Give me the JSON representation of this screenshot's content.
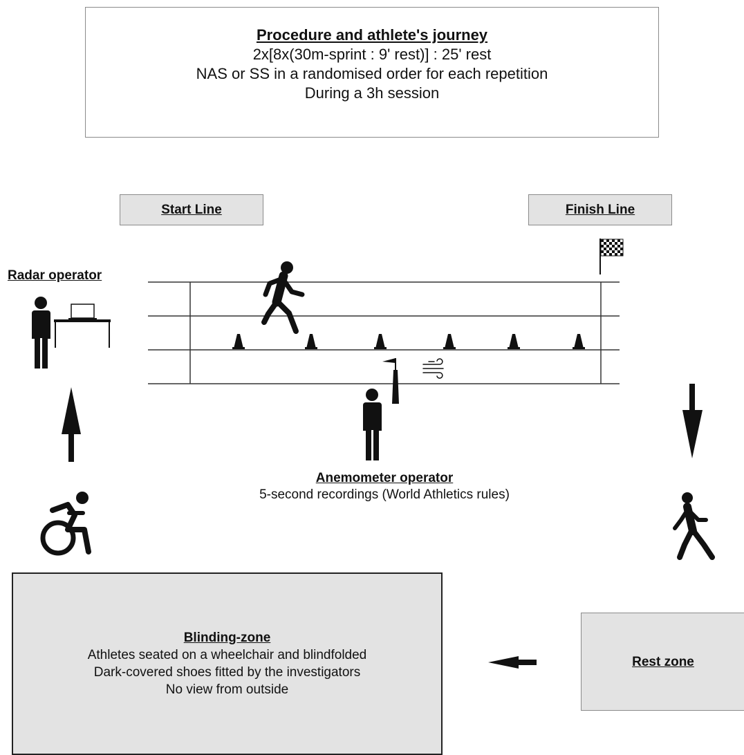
{
  "procedure": {
    "title": "Procedure and athlete's journey",
    "line1": "2x[8x(30m-sprint : 9' rest)] : 25' rest",
    "line2": "NAS or SS in a randomised order for each repetition",
    "line3": "During a 3h session"
  },
  "start_line": "Start Line",
  "finish_line": "Finish Line",
  "radar_operator": "Radar operator",
  "anemometer": {
    "title": "Anemometer operator",
    "description": "5-second recordings (World Athletics rules)"
  },
  "blinding_zone": {
    "title": "Blinding-zone",
    "line1": "Athletes seated on a wheelchair and blindfolded",
    "line2": "Dark-covered shoes fitted by the investigators",
    "line3": "No view from outside"
  },
  "rest_zone": "Rest zone",
  "icons": [
    "person-icon",
    "laptop-desk-icon",
    "runner-icon",
    "cone-icon",
    "wind-icon",
    "anemometer-icon",
    "checkered-flag-icon",
    "arrow-up-icon",
    "arrow-down-icon",
    "arrow-left-icon",
    "wheelchair-icon",
    "walking-person-icon"
  ],
  "colors": {
    "box_grey": "#e3e3e3",
    "ink": "#111111"
  }
}
